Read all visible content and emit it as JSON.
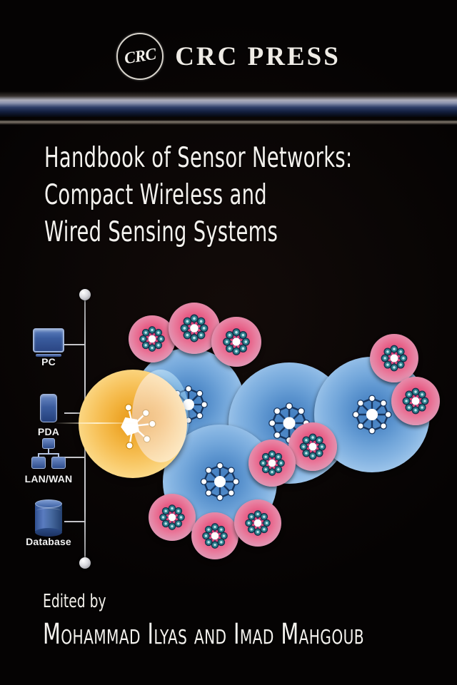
{
  "publisher": {
    "logo_mark": "CRC",
    "wordmark": "CRC PRESS",
    "logo_icon_name": "crc-circle-logo"
  },
  "title": {
    "line1": "Handbook of Sensor Networks:",
    "line2": "Compact Wireless and",
    "line3": "Wired Sensing Systems",
    "full": "Handbook of Sensor Networks: Compact Wireless and Wired Sensing Systems"
  },
  "editors": {
    "prefix": "Edited by",
    "names": "Mohammad Ilyas and Imad Mahgoub"
  },
  "figure": {
    "devices": [
      {
        "label": "PC",
        "icon": "monitor-icon"
      },
      {
        "label": "PDA",
        "icon": "pda-icon"
      },
      {
        "label": "LAN/WAN",
        "icon": "network-icon"
      },
      {
        "label": "Database",
        "icon": "database-icon"
      }
    ]
  },
  "colors": {
    "background": "#050303",
    "title_text": "#f4f2ee",
    "band_light": "#b6b7c4",
    "band_dark": "#2e3e68",
    "band_rule": "#968c80",
    "cell_blue": "#5e96d0",
    "cell_yellow": "#f2b23c",
    "cell_pink": "#e4537f",
    "device_blue": "#3c5d9e",
    "rail": "#c8c8cc",
    "node_white": "#ffffff",
    "node_teal": "#2e7f8c"
  }
}
